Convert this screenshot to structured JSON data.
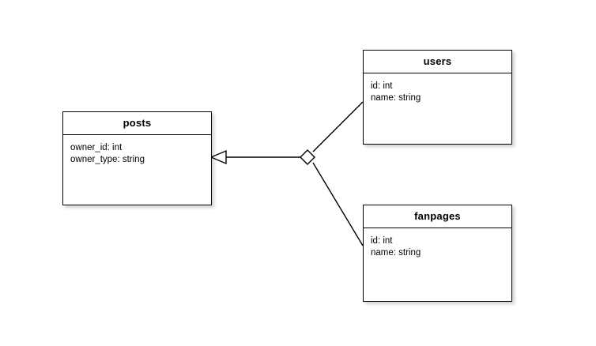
{
  "diagram": {
    "type": "polymorphic-association-er-diagram",
    "background_color": "#ffffff",
    "line_color": "#000000",
    "entities": [
      {
        "id": "posts",
        "title": "posts",
        "attributes": [
          "owner_id: int",
          "owner_type: string"
        ]
      },
      {
        "id": "users",
        "title": "users",
        "attributes": [
          "id: int",
          "name: string"
        ]
      },
      {
        "id": "fanpages",
        "title": "fanpages",
        "attributes": [
          "id: int",
          "name: string"
        ]
      }
    ],
    "junction": {
      "name": "polymorphic-junction-diamond",
      "shape": "diamond",
      "filled": false
    },
    "connectors": [
      {
        "name": "posts-to-junction",
        "from": "junction",
        "to": "posts",
        "endpoint_marker": "open-triangle-arrow"
      },
      {
        "name": "junction-to-users",
        "from": "junction",
        "to": "users",
        "endpoint_marker": "none"
      },
      {
        "name": "junction-to-fanpages",
        "from": "junction",
        "to": "fanpages",
        "endpoint_marker": "none"
      }
    ]
  }
}
